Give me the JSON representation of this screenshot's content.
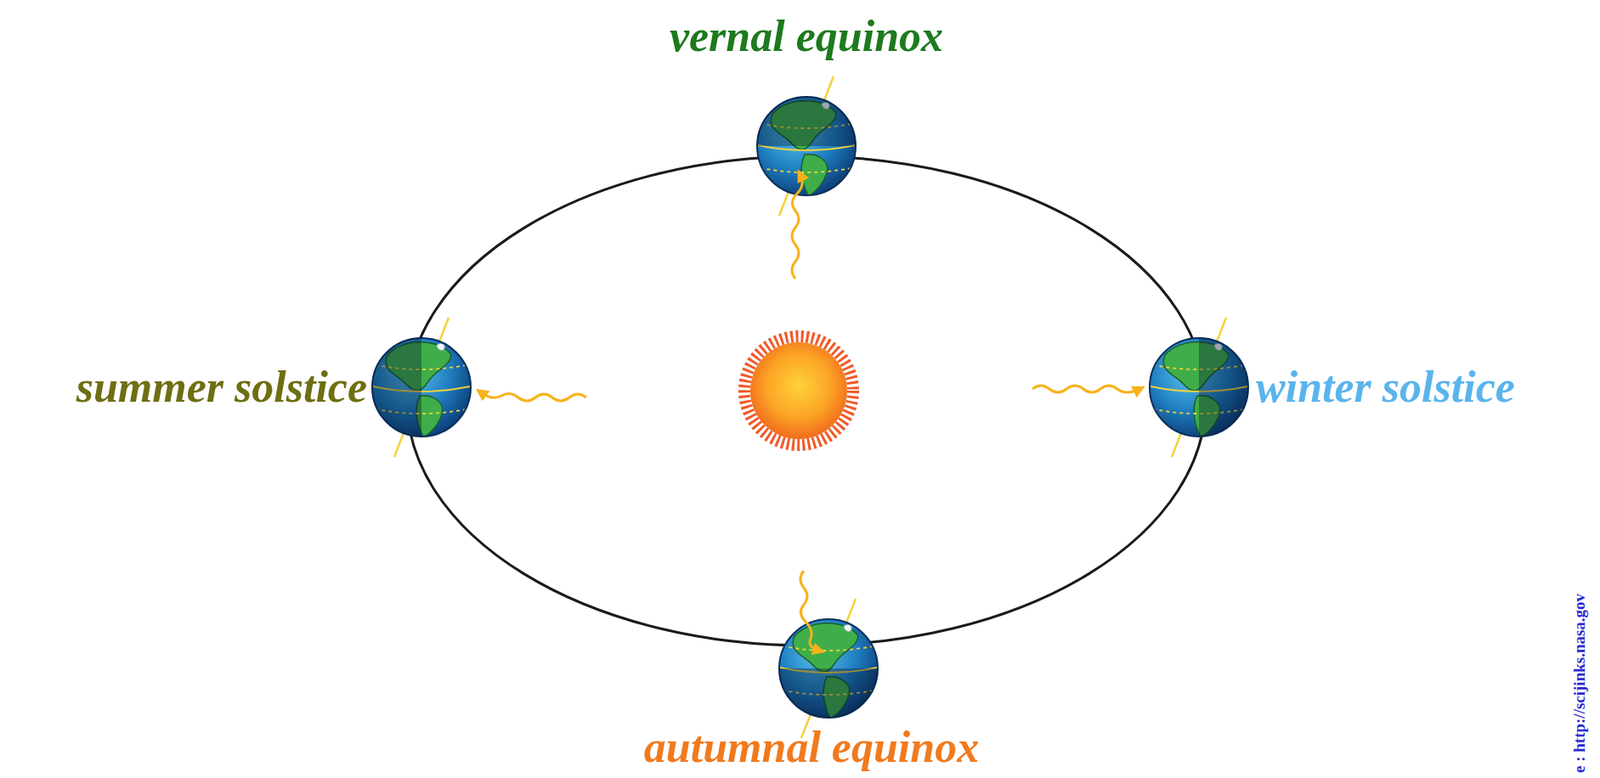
{
  "diagram": {
    "labels": [
      "vernal equinox",
      "summer solstice",
      "winter solstice",
      "autumnal equinox",
      "e : http://scijinks.nasa.gov"
    ]
  }
}
